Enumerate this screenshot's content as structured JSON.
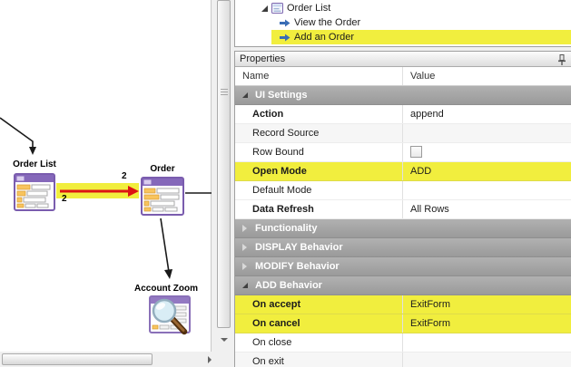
{
  "canvas": {
    "nodes": [
      {
        "label": "Order List"
      },
      {
        "label": "Order"
      },
      {
        "label": "Account Zoom"
      }
    ],
    "edge_labels": [
      {
        "text": "2"
      },
      {
        "text": "2"
      }
    ]
  },
  "tree": {
    "items": [
      {
        "label": "Order List"
      },
      {
        "label": "View the Order"
      },
      {
        "label": "Add an Order"
      }
    ]
  },
  "properties": {
    "title": "Properties",
    "columns": {
      "name": "Name",
      "value": "Value"
    },
    "rows": [
      {
        "type": "group",
        "label": "UI Settings",
        "expanded": true
      },
      {
        "type": "property",
        "label": "Action",
        "value": "append"
      },
      {
        "type": "property",
        "label": "Record Source",
        "value": ""
      },
      {
        "type": "property",
        "label": "Row Bound",
        "value": "",
        "control": "checkbox",
        "checked": false
      },
      {
        "type": "property",
        "label": "Open Mode",
        "value": "ADD",
        "highlighted": true
      },
      {
        "type": "property",
        "label": "Default Mode",
        "value": ""
      },
      {
        "type": "property",
        "label": "Data Refresh",
        "value": "All Rows"
      },
      {
        "type": "group",
        "label": "Functionality",
        "expanded": false
      },
      {
        "type": "group",
        "label": "DISPLAY Behavior",
        "expanded": false
      },
      {
        "type": "group",
        "label": "MODIFY Behavior",
        "expanded": false
      },
      {
        "type": "group",
        "label": "ADD Behavior",
        "expanded": true
      },
      {
        "type": "property",
        "label": "On accept",
        "value": "ExitForm",
        "highlighted": true
      },
      {
        "type": "property",
        "label": "On cancel",
        "value": "ExitForm",
        "highlighted": true
      },
      {
        "type": "property",
        "label": "On close",
        "value": ""
      },
      {
        "type": "property",
        "label": "On exit",
        "value": ""
      }
    ]
  },
  "colors": {
    "highlight_yellow": "#f1ee3e",
    "red_arrow": "#dd1414",
    "node_purple": "#7a5cae",
    "group_row_gray": "#a4a4a4",
    "tree_arrow_blue": "#3a6db5"
  }
}
